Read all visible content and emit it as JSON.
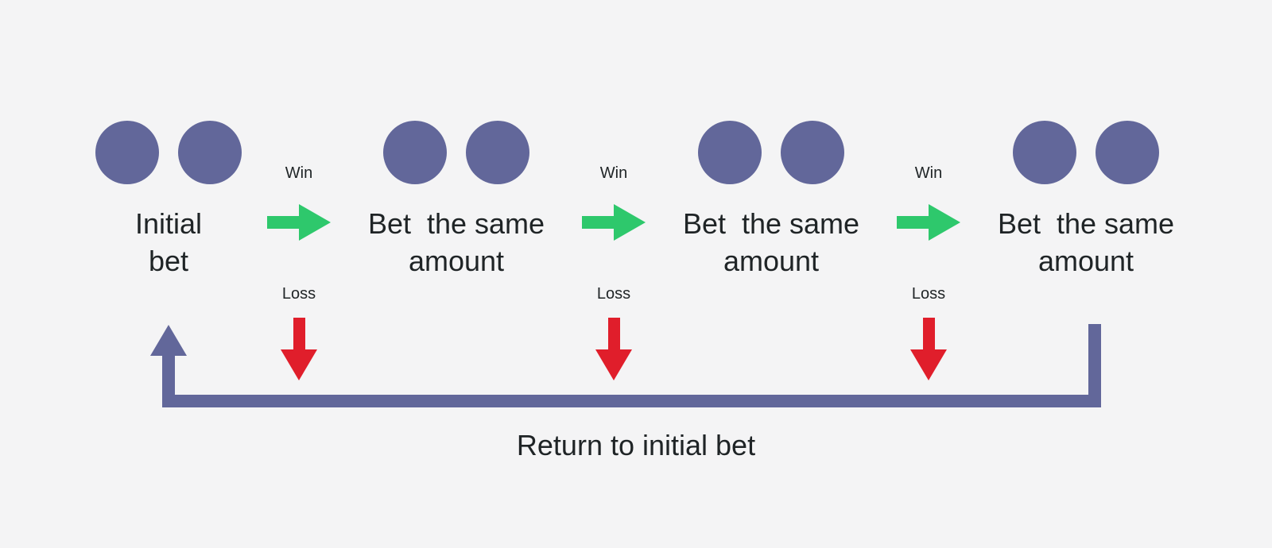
{
  "colors": {
    "background": "#f4f4f5",
    "chip": "#62679a",
    "win_arrow": "#2ec86c",
    "loss_arrow": "#e01e2b",
    "loop_line": "#62679a",
    "text": "#1f2426"
  },
  "stages": [
    {
      "label": "Initial\nbet"
    },
    {
      "label": "Bet  the same\namount"
    },
    {
      "label": "Bet  the same\namount"
    },
    {
      "label": "Bet  the same\namount"
    }
  ],
  "transitions": [
    {
      "win_label": "Win",
      "loss_label": "Loss"
    },
    {
      "win_label": "Win",
      "loss_label": "Loss"
    },
    {
      "win_label": "Win",
      "loss_label": "Loss"
    }
  ],
  "loop": {
    "label": "Return to initial bet"
  }
}
